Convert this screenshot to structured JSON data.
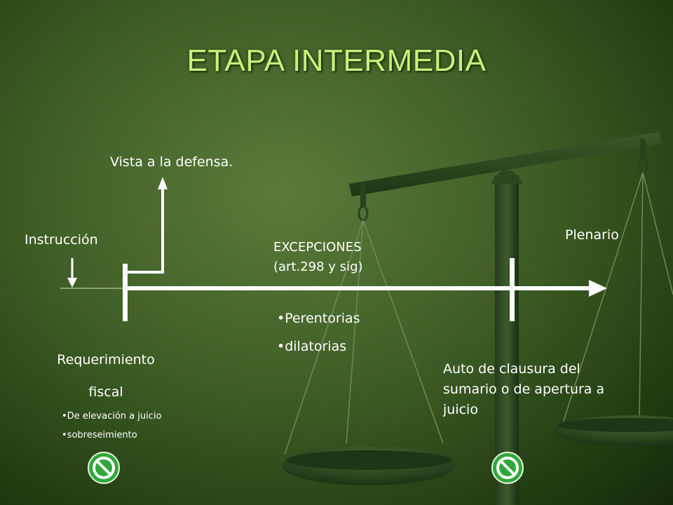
{
  "title": "ETAPA INTERMEDIA",
  "labels": {
    "instruccion": "Instrucción",
    "vista": "Vista a la defensa.",
    "excepciones_line1": "EXCEPCIONES",
    "excepciones_line2": "(art.298 y sig)",
    "plenario": "Plenario",
    "requerimiento_line1": "Requerimiento",
    "requerimiento_line2": "fiscal",
    "auto_line1": "Auto de clausura del",
    "auto_line2": "sumario o de apertura a",
    "auto_line3": "juicio"
  },
  "excepciones_items": [
    "•Perentorias",
    "•dilatorias"
  ],
  "requerimiento_items": [
    "•De elevación a juicio",
    "•sobreseimiento"
  ],
  "icons": [
    "no-entry-icon",
    "no-entry-icon"
  ],
  "colors": {
    "title": "#c8f07a",
    "text": "#ffffff",
    "background": "#3f5e26",
    "icon_green": "#2fa83a"
  }
}
